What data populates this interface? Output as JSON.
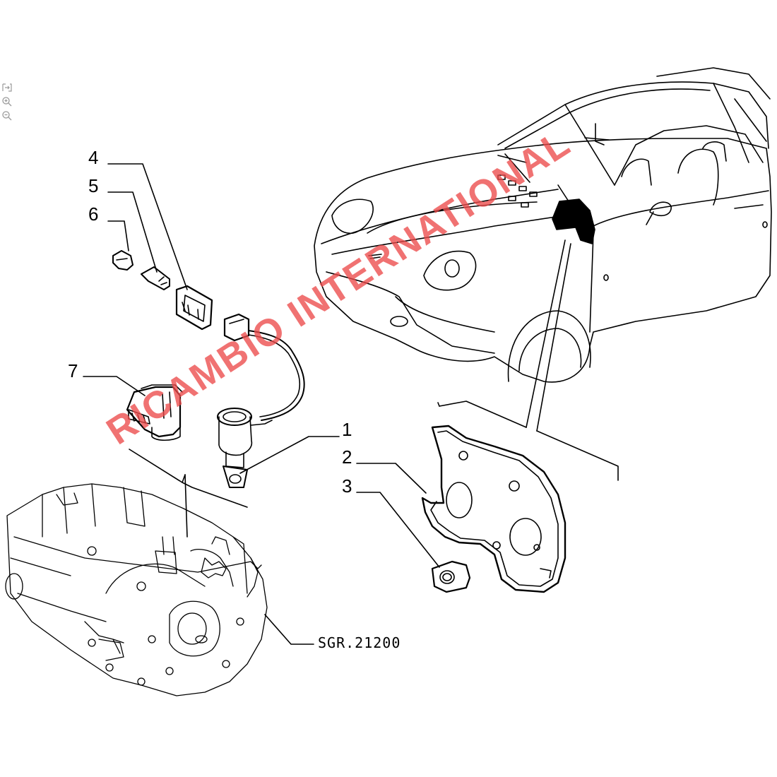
{
  "callouts": {
    "c1": "1",
    "c2": "2",
    "c3": "3",
    "c4": "4",
    "c5": "5",
    "c6": "6",
    "c7": "7"
  },
  "reference": "SGR.21200",
  "watermark": "RICAMBIO INTERNATIONAL",
  "toolbar": {
    "icons": [
      "fit-page-icon",
      "zoom-in-icon",
      "zoom-out-icon"
    ]
  },
  "colors": {
    "line": "#000000",
    "watermark": "#ec4a4a",
    "toolbar_icon": "#9a9a9a"
  }
}
